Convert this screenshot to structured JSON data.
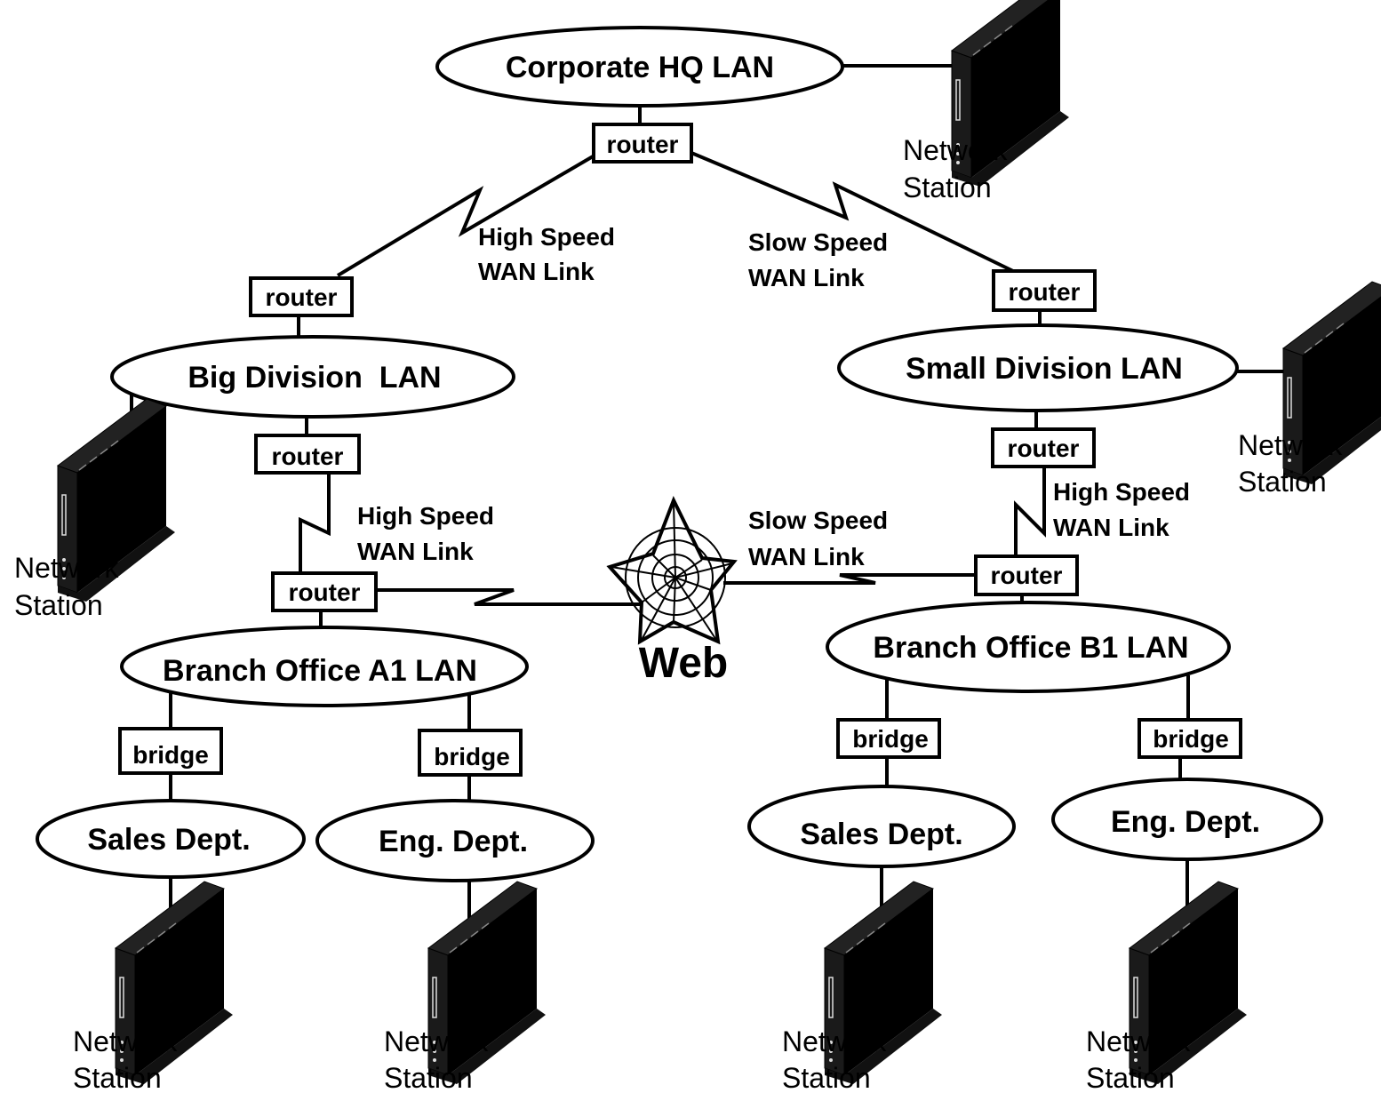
{
  "diagram": {
    "lans": {
      "hq": "Corporate HQ LAN",
      "big": "Big Division  LAN",
      "small": "Small Division LAN",
      "a1": "Branch Office A1 LAN",
      "b1": "Branch Office B1 LAN",
      "sales_a": "Sales Dept.",
      "eng_a": "Eng. Dept.",
      "sales_b": "Sales Dept.",
      "eng_b": "Eng. Dept."
    },
    "device_labels": {
      "router": "router",
      "bridge": "bridge"
    },
    "links": {
      "hq_big": [
        "High Speed",
        "WAN Link"
      ],
      "hq_small": [
        "Slow Speed",
        "WAN Link"
      ],
      "big_a1": [
        "High Speed",
        "WAN Link"
      ],
      "web_b1": [
        "Slow Speed",
        "WAN Link"
      ],
      "small_b1": [
        "High Speed",
        "WAN Link"
      ]
    },
    "web_label": "Web",
    "station_label": [
      "Network",
      "Station"
    ]
  }
}
